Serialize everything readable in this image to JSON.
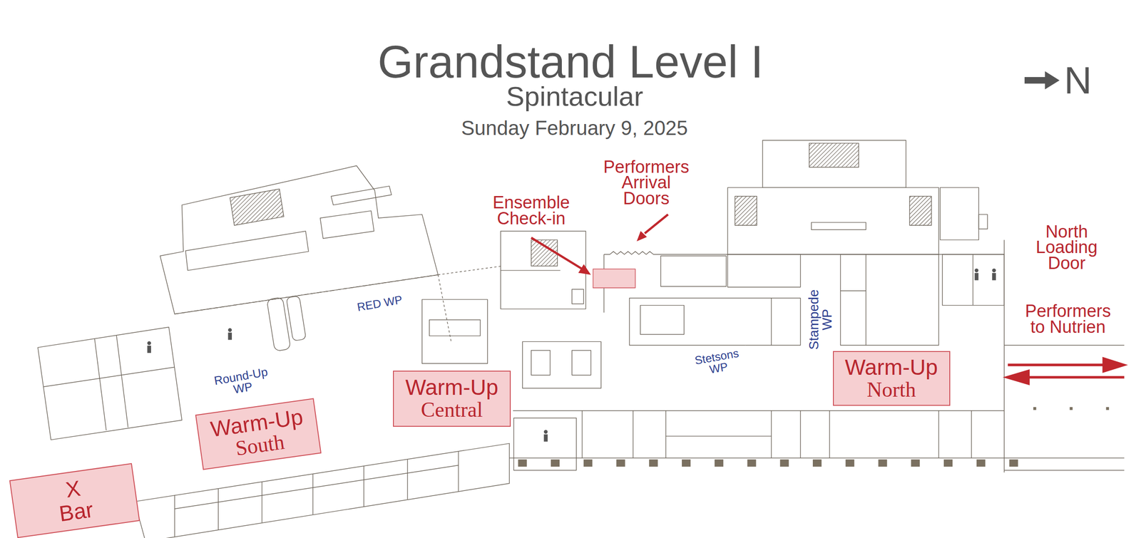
{
  "diagram": {
    "title": "Grandstand Level I",
    "nodes": [
      {
        "text": [
          "Warm-Up",
          "North"
        ]
      },
      {
        "text": [
          "Warm-Up",
          "Central"
        ]
      },
      {
        "text": [
          "Warm-Up",
          "South"
        ]
      },
      {
        "text": [
          "X Bar"
        ]
      }
    ],
    "labels": [
      "Spintacular",
      "Sunday February 9, 2025",
      "N",
      "Ensemble Check-in",
      "Performers Arrival Doors",
      "North Loading Door",
      "Performers to Nutrien",
      "RED WP",
      "Round-Up WP",
      "Stetsons WP",
      "Stampede WP"
    ]
  }
}
